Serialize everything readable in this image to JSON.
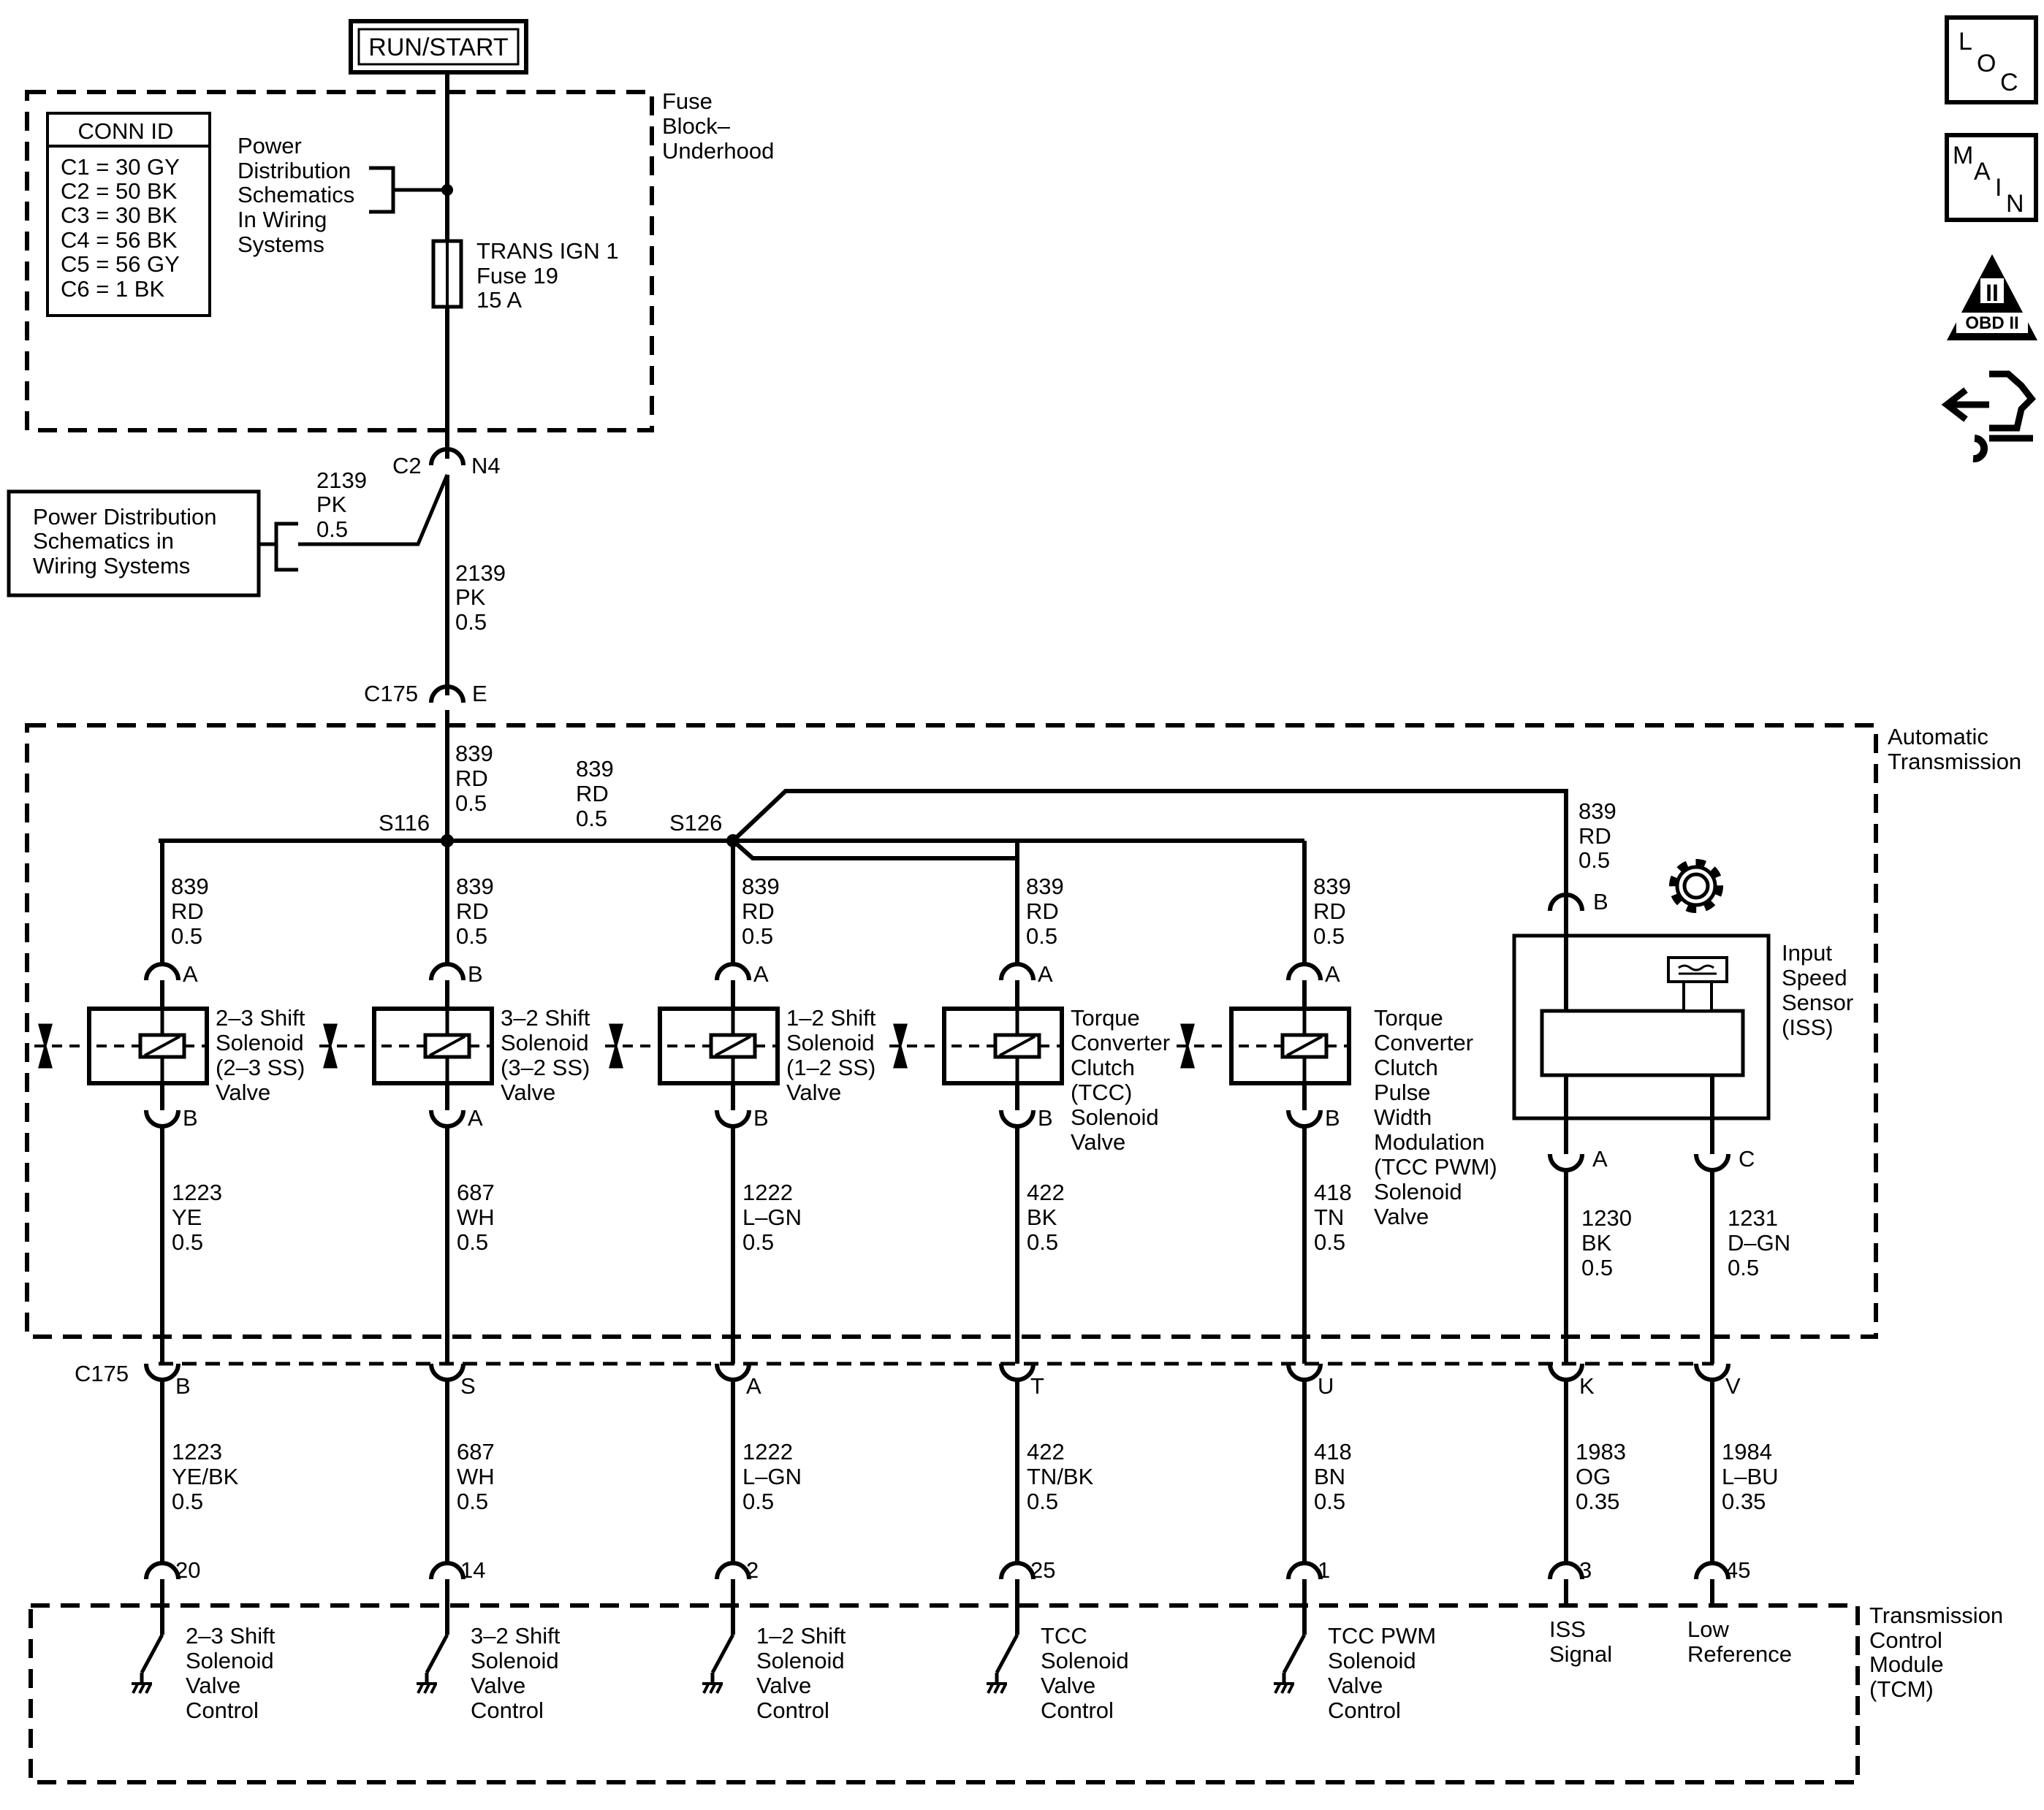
{
  "run_start": "RUN/START",
  "fuse_block": [
    "Fuse",
    "Block–",
    "Underhood"
  ],
  "conn_id": {
    "title": "CONN ID",
    "lines": [
      "C1 = 30 GY",
      "C2 = 50 BK",
      "C3 = 30 BK",
      "C4 = 56 BK",
      "C5 = 56 GY",
      "C6 =  1 BK"
    ]
  },
  "pdist_upper": [
    "Power",
    "Distribution",
    "Schematics",
    "In Wiring",
    "Systems"
  ],
  "fuse": [
    "TRANS IGN 1",
    "Fuse 19",
    "15 A"
  ],
  "pdist_left": [
    "Power Distribution",
    "Schematics in",
    "Wiring Systems"
  ],
  "c2": {
    "conn": "C2",
    "pin": "N4"
  },
  "wire_2139_left": [
    "2139",
    "PK",
    "0.5"
  ],
  "wire_2139_main": [
    "2139",
    "PK",
    "0.5"
  ],
  "c175_top": {
    "conn": "C175",
    "pin": "E"
  },
  "auto_trans": [
    "Automatic",
    "Transmission"
  ],
  "wire_839_trunk": [
    "839",
    "RD",
    "0.5"
  ],
  "wire_839_mid": [
    "839",
    "RD",
    "0.5"
  ],
  "splice_s116": "S116",
  "splice_s126": "S126",
  "wire_839_iss": [
    "839",
    "RD",
    "0.5"
  ],
  "iss_pin_b": "B",
  "iss_label": [
    "Input",
    "Speed",
    "Sensor",
    "(ISS)"
  ],
  "solenoids": [
    {
      "wire_top": [
        "839",
        "RD",
        "0.5"
      ],
      "pin_top": "A",
      "pin_bot": "B",
      "label": [
        "2–3 Shift",
        "Solenoid",
        "(2–3 SS)",
        "Valve"
      ],
      "wire_mid": [
        "1223",
        "YE",
        "0.5"
      ],
      "c175_pin": "B",
      "wire_low": [
        "1223",
        "YE/BK",
        "0.5"
      ],
      "tcm_pin": "20",
      "tcm_label": [
        "2–3 Shift",
        "Solenoid",
        "Valve",
        "Control"
      ]
    },
    {
      "wire_top": [
        "839",
        "RD",
        "0.5"
      ],
      "pin_top": "B",
      "pin_bot": "A",
      "label": [
        "3–2 Shift",
        "Solenoid",
        "(3–2 SS)",
        "Valve"
      ],
      "wire_mid": [
        "687",
        "WH",
        "0.5"
      ],
      "c175_pin": "S",
      "wire_low": [
        "687",
        "WH",
        "0.5"
      ],
      "tcm_pin": "14",
      "tcm_label": [
        "3–2 Shift",
        "Solenoid",
        "Valve",
        "Control"
      ]
    },
    {
      "wire_top": [
        "839",
        "RD",
        "0.5"
      ],
      "pin_top": "A",
      "pin_bot": "B",
      "label": [
        "1–2 Shift",
        "Solenoid",
        "(1–2 SS)",
        "Valve"
      ],
      "wire_mid": [
        "1222",
        "L–GN",
        "0.5"
      ],
      "c175_pin": "A",
      "wire_low": [
        "1222",
        "L–GN",
        "0.5"
      ],
      "tcm_pin": "2",
      "tcm_label": [
        "1–2 Shift",
        "Solenoid",
        "Valve",
        "Control"
      ]
    },
    {
      "wire_top": [
        "839",
        "RD",
        "0.5"
      ],
      "pin_top": "A",
      "pin_bot": "B",
      "label": [
        "Torque",
        "Converter",
        "Clutch",
        "(TCC)",
        "Solenoid",
        "Valve"
      ],
      "wire_mid": [
        "422",
        "BK",
        "0.5"
      ],
      "c175_pin": "T",
      "wire_low": [
        "422",
        "TN/BK",
        "0.5"
      ],
      "tcm_pin": "25",
      "tcm_label": [
        "TCC",
        "Solenoid",
        "Valve",
        "Control"
      ]
    },
    {
      "wire_top": [
        "839",
        "RD",
        "0.5"
      ],
      "pin_top": "A",
      "pin_bot": "B",
      "label": [
        "Torque",
        "Converter",
        "Clutch",
        "Pulse",
        "Width",
        "Modulation",
        "(TCC PWM)",
        "Solenoid",
        "Valve"
      ],
      "wire_mid": [
        "418",
        "TN",
        "0.5"
      ],
      "c175_pin": "U",
      "wire_low": [
        "418",
        "BN",
        "0.5"
      ],
      "tcm_pin": "1",
      "tcm_label": [
        "TCC PWM",
        "Solenoid",
        "Valve",
        "Control"
      ]
    }
  ],
  "iss_outputs": [
    {
      "pin": "A",
      "wire_mid": [
        "1230",
        "BK",
        "0.5"
      ],
      "c175_pin": "K",
      "wire_low": [
        "1983",
        "OG",
        "0.35"
      ],
      "tcm_pin": "3",
      "tcm_label": [
        "ISS",
        "Signal"
      ]
    },
    {
      "pin": "C",
      "wire_mid": [
        "1231",
        "D–GN",
        "0.5"
      ],
      "c175_pin": "V",
      "wire_low": [
        "1984",
        "L–BU",
        "0.35"
      ],
      "tcm_pin": "45",
      "tcm_label": [
        "Low",
        "Reference"
      ]
    }
  ],
  "c175_bottom": "C175",
  "tcm": [
    "Transmission",
    "Control",
    "Module",
    "(TCM)"
  ],
  "nav": {
    "loc": [
      "L",
      "O",
      "C"
    ],
    "main": [
      "M",
      "A",
      "I",
      "N"
    ],
    "obd": "OBD II",
    "obd_numeral": "II"
  }
}
